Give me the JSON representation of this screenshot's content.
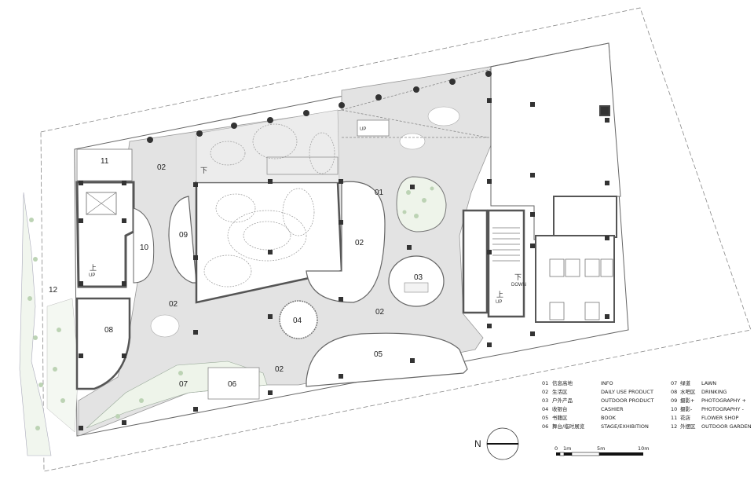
{
  "zones": [
    {
      "id": "01",
      "label": "01"
    },
    {
      "id": "02a",
      "label": "02"
    },
    {
      "id": "02b",
      "label": "02"
    },
    {
      "id": "02c",
      "label": "02"
    },
    {
      "id": "02d",
      "label": "02"
    },
    {
      "id": "02e",
      "label": "02"
    },
    {
      "id": "03",
      "label": "03"
    },
    {
      "id": "04",
      "label": "04"
    },
    {
      "id": "05",
      "label": "05"
    },
    {
      "id": "06",
      "label": "06"
    },
    {
      "id": "07",
      "label": "07"
    },
    {
      "id": "08",
      "label": "08"
    },
    {
      "id": "09",
      "label": "09"
    },
    {
      "id": "10",
      "label": "10"
    },
    {
      "id": "11",
      "label": "11"
    },
    {
      "id": "12",
      "label": "12"
    }
  ],
  "stairs": {
    "up_cn": "上",
    "up_en": "UP",
    "down_cn": "下",
    "down_en": "DOWN",
    "left_up_cn": "上",
    "left_up_en": "UP",
    "top_down_cn": "下",
    "top_up_en": "UP"
  },
  "legend": {
    "col1": [
      {
        "num": "01",
        "cn": "信息高地",
        "en": "INFO"
      },
      {
        "num": "02",
        "cn": "生活区",
        "en": "DAILY USE PRODUCT"
      },
      {
        "num": "03",
        "cn": "户外产品",
        "en": "OUTDOOR PRODUCT"
      },
      {
        "num": "04",
        "cn": "收银台",
        "en": "CASHIER"
      },
      {
        "num": "05",
        "cn": "书籍区",
        "en": "BOOK"
      },
      {
        "num": "06",
        "cn": "舞台/临时展览",
        "en": "STAGE/EXHIBITION"
      }
    ],
    "col2": [
      {
        "num": "07",
        "cn": "绿道",
        "en": "LAWN"
      },
      {
        "num": "08",
        "cn": "水吧区",
        "en": "DRINKING"
      },
      {
        "num": "09",
        "cn": "摄影+",
        "en": "PHOTOGRAPHY +"
      },
      {
        "num": "10",
        "cn": "摄影-",
        "en": "PHOTOGRAPHY -"
      },
      {
        "num": "11",
        "cn": "花店",
        "en": "FLOWER SHOP"
      },
      {
        "num": "12",
        "cn": "外摆区",
        "en": "OUTDOOR GARDEN"
      }
    ]
  },
  "north": {
    "label": "N"
  },
  "scale": {
    "ticks": [
      "0",
      "1m",
      "5m",
      "10m"
    ]
  },
  "colors": {
    "floor": "#e3e3e3",
    "lawn": "#eef4ea",
    "wall": "#555555",
    "column": "#333333"
  }
}
